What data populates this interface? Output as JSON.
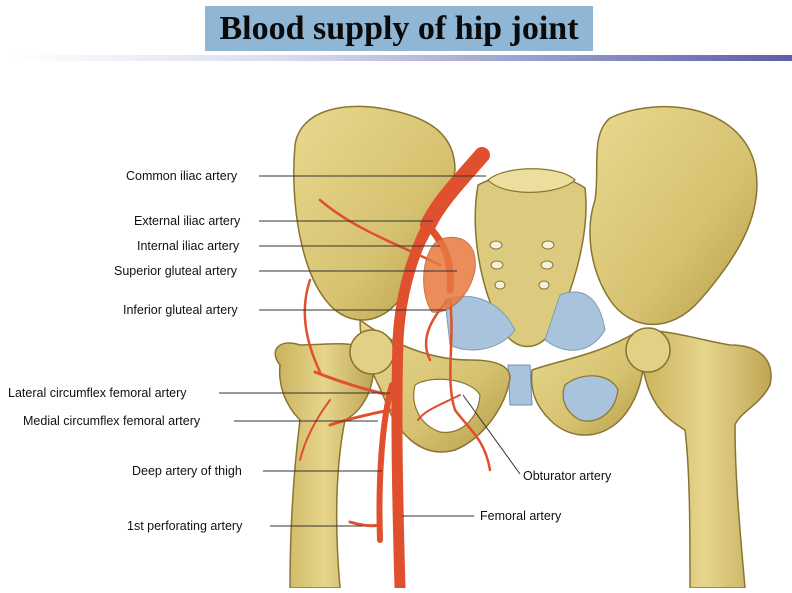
{
  "title": "Blood supply of hip joint",
  "colors": {
    "title_background": "#8fb6d4",
    "bone": "#d9c77a",
    "bone_shadow": "#b39a48",
    "artery": "#e0502f",
    "ligament": "#a9c3dc"
  },
  "labels": {
    "common_iliac": "Common iliac artery",
    "external_iliac": "External iliac artery",
    "internal_iliac": "Internal iliac artery",
    "superior_gluteal": "Superior gluteal artery",
    "inferior_gluteal": "Inferior gluteal artery",
    "lateral_circumflex": "Lateral circumflex femoral artery",
    "medial_circumflex": "Medial circumflex femoral artery",
    "deep_thigh": "Deep artery of thigh",
    "perforating": "1st perforating artery",
    "obturator": "Obturator artery",
    "femoral": "Femoral artery"
  }
}
